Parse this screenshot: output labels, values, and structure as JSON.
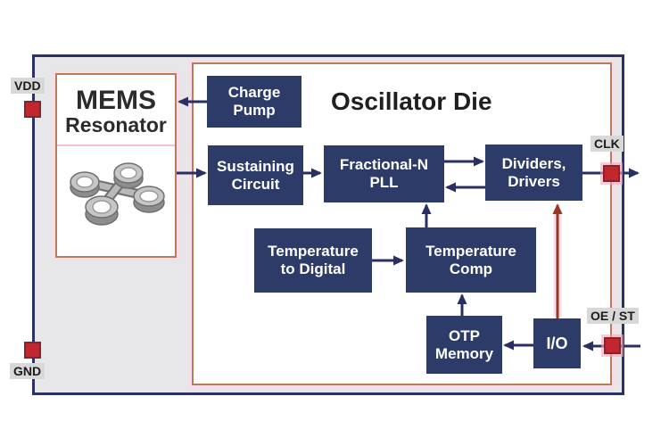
{
  "title": "Oscillator Die",
  "mems": {
    "title": "MEMS",
    "subtitle": "Resonator",
    "icon": "mems-resonator-3d-rings"
  },
  "blocks": {
    "charge_pump": {
      "line1": "Charge",
      "line2": "Pump"
    },
    "sustaining_circuit": {
      "line1": "Sustaining",
      "line2": "Circuit"
    },
    "fractional_n_pll": {
      "line1": "Fractional-N",
      "line2": "PLL"
    },
    "dividers_drivers": {
      "line1": "Dividers,",
      "line2": "Drivers"
    },
    "temperature_to_digital": {
      "line1": "Temperature",
      "line2": "to Digital"
    },
    "temperature_comp": {
      "line1": "Temperature",
      "line2": "Comp"
    },
    "otp_memory": {
      "line1": "OTP",
      "line2": "Memory"
    },
    "io": {
      "line1": "I/O"
    }
  },
  "pins": {
    "vdd": {
      "label": "VDD"
    },
    "gnd": {
      "label": "GND"
    },
    "clk": {
      "label": "CLK"
    },
    "oe_st": {
      "label": "OE / ST"
    }
  },
  "connections": [
    "charge-pump to mems-resonator",
    "mems-resonator to sustaining-circuit",
    "sustaining-circuit to fractional-n-pll",
    "fractional-n-pll to dividers-drivers",
    "dividers-drivers to fractional-n-pll",
    "dividers-drivers to clk-pin-out",
    "temperature-to-digital to temperature-comp",
    "temperature-comp to fractional-n-pll",
    "otp-memory to temperature-comp",
    "io to otp-memory",
    "oe-st-pin-in to io",
    "io to dividers-drivers (red)"
  ],
  "colors": {
    "outer_border": "#2b3166",
    "outer_fill": "#e7e7e9",
    "die_border": "#b57e5a",
    "die_glow": "#f9dce8",
    "block_fill": "#2d3b68",
    "block_text": "#ffffff",
    "arrow": "#292f63",
    "arrow_red": "#963723",
    "pin_fill": "#c2262e",
    "pin_border": "#8e2027",
    "pin_label_bg": "#d8d8d8",
    "text_dark": "#1f1f1f"
  }
}
